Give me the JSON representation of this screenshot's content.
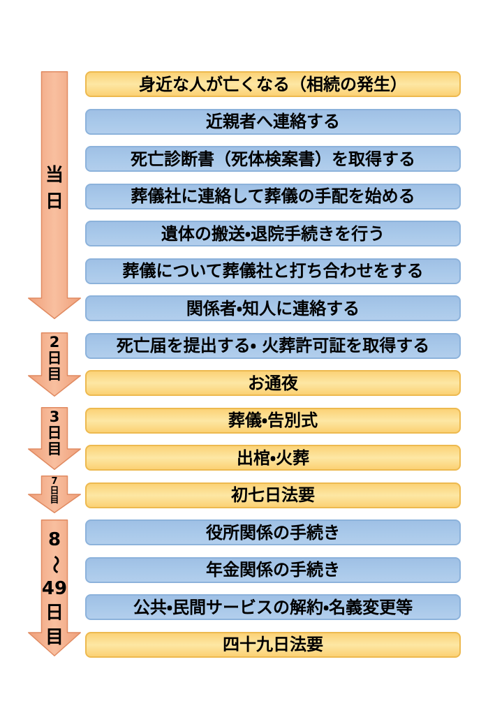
{
  "page": {
    "background": "#FFFFFF",
    "description_title": "死亡後の手続きの流れ"
  },
  "palette": {
    "bar_blue_fill": "#A6C6E9",
    "bar_blue_border": "#8CB2DB",
    "bar_yellow_fill": "#FBD277",
    "bar_yellow_highlight": "#FDE7A4",
    "bar_yellow_border": "#EDB94F",
    "arrow_fill": "#F0A27C",
    "arrow_highlight": "#F8BF9F",
    "arrow_border": "#E08A61",
    "text": "#000000"
  },
  "timeline": {
    "arrows": [
      {
        "label": "当日",
        "covers_steps": "1-7"
      },
      {
        "label": "2日目",
        "covers_steps": "8-9"
      },
      {
        "label": "3日目",
        "covers_steps": "10-11"
      },
      {
        "label": "7日目",
        "covers_steps": "12"
      },
      {
        "label": "8〜49日目",
        "covers_steps": "13-16"
      }
    ]
  },
  "steps": [
    {
      "label": "身近な人が亡くなる（相続の発生）",
      "style": "yellow"
    },
    {
      "label": "近親者へ連絡する",
      "style": "blue"
    },
    {
      "label": "死亡診断書（死体検案書）を取得する",
      "style": "blue"
    },
    {
      "label": "葬儀社に連絡して葬儀の手配を始める",
      "style": "blue"
    },
    {
      "label": "遺体の搬送・退院手続きを行う",
      "style": "blue"
    },
    {
      "label": "葬儀について葬儀社と打ち合わせをする",
      "style": "blue"
    },
    {
      "label": "関係者・知人に連絡する",
      "style": "blue"
    },
    {
      "label": "死亡届を提出する・ 火葬許可証を取得する",
      "style": "blue"
    },
    {
      "label": "お通夜",
      "style": "yellow"
    },
    {
      "label": "葬儀・告別式",
      "style": "yellow"
    },
    {
      "label": "出棺・火葬",
      "style": "yellow"
    },
    {
      "label": "初七日法要",
      "style": "yellow"
    },
    {
      "label": "役所関係の手続き",
      "style": "blue"
    },
    {
      "label": "年金関係の手続き",
      "style": "blue"
    },
    {
      "label": "公共・民間サービスの解約・名義変更等",
      "style": "blue"
    },
    {
      "label": "四十九日法要",
      "style": "yellow"
    }
  ]
}
